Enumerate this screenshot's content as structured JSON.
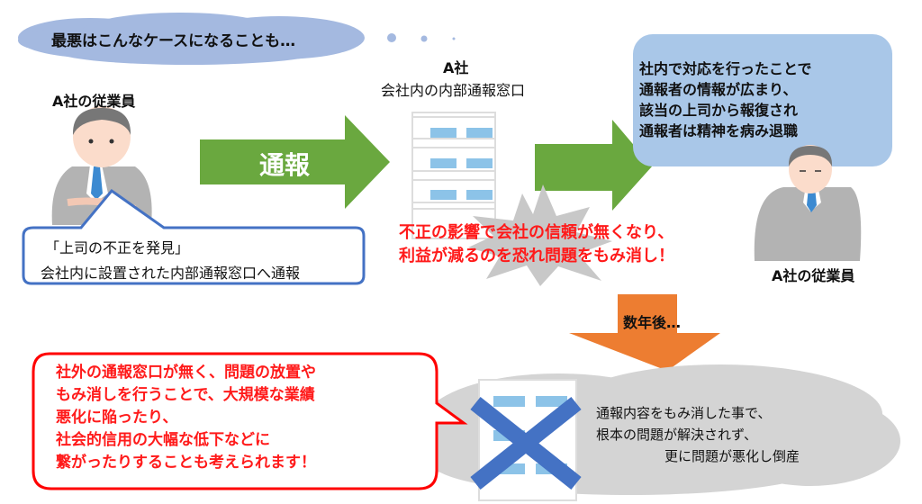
{
  "header_cloud": {
    "text": "最悪はこんなケースになることも…"
  },
  "employee_left": {
    "label": "A社の従業員"
  },
  "speech_left": {
    "lines": [
      "「上司の不正を発見」",
      "会社内に設置された内部通報窓口へ通報"
    ]
  },
  "arrow_report": {
    "label": "通報"
  },
  "company": {
    "name": "A社",
    "desk": "会社内の内部通報窓口"
  },
  "burst_text": {
    "lines": [
      "不正の影響で会社の信頼が無くなり、",
      "利益が減るのを恐れ問題をもみ消し！"
    ]
  },
  "result_box": {
    "lines": [
      "社内で対応を行ったことで",
      "通報者の情報が広まり、",
      "該当の上司から報復され",
      "通報者は精神を病み退職"
    ]
  },
  "employee_right": {
    "label": "A社の従業員"
  },
  "years_arrow": {
    "label": "数年後…"
  },
  "warning_bubble": {
    "lines": [
      "社外の通報窓口が無く、問題の放置や",
      "もみ消しを行うことで、大規模な業績",
      "悪化に陥ったり、",
      "社会的信用の大幅な低下などに",
      "繋がったりすることも考えられます！"
    ]
  },
  "bankrupt_cloud": {
    "lines": [
      "通報内容をもみ消した事で、",
      "根本の問題が解決されず、",
      "更に問題が悪化し倒産"
    ]
  },
  "colors": {
    "green": "#6aa83f",
    "orange": "#ed7d31",
    "blue_x": "#4472c4",
    "red": "#ff0000",
    "cloud_blue": "#a4b9e0",
    "box_blue": "#a9c7e8",
    "gray": "#d4d4d4"
  }
}
